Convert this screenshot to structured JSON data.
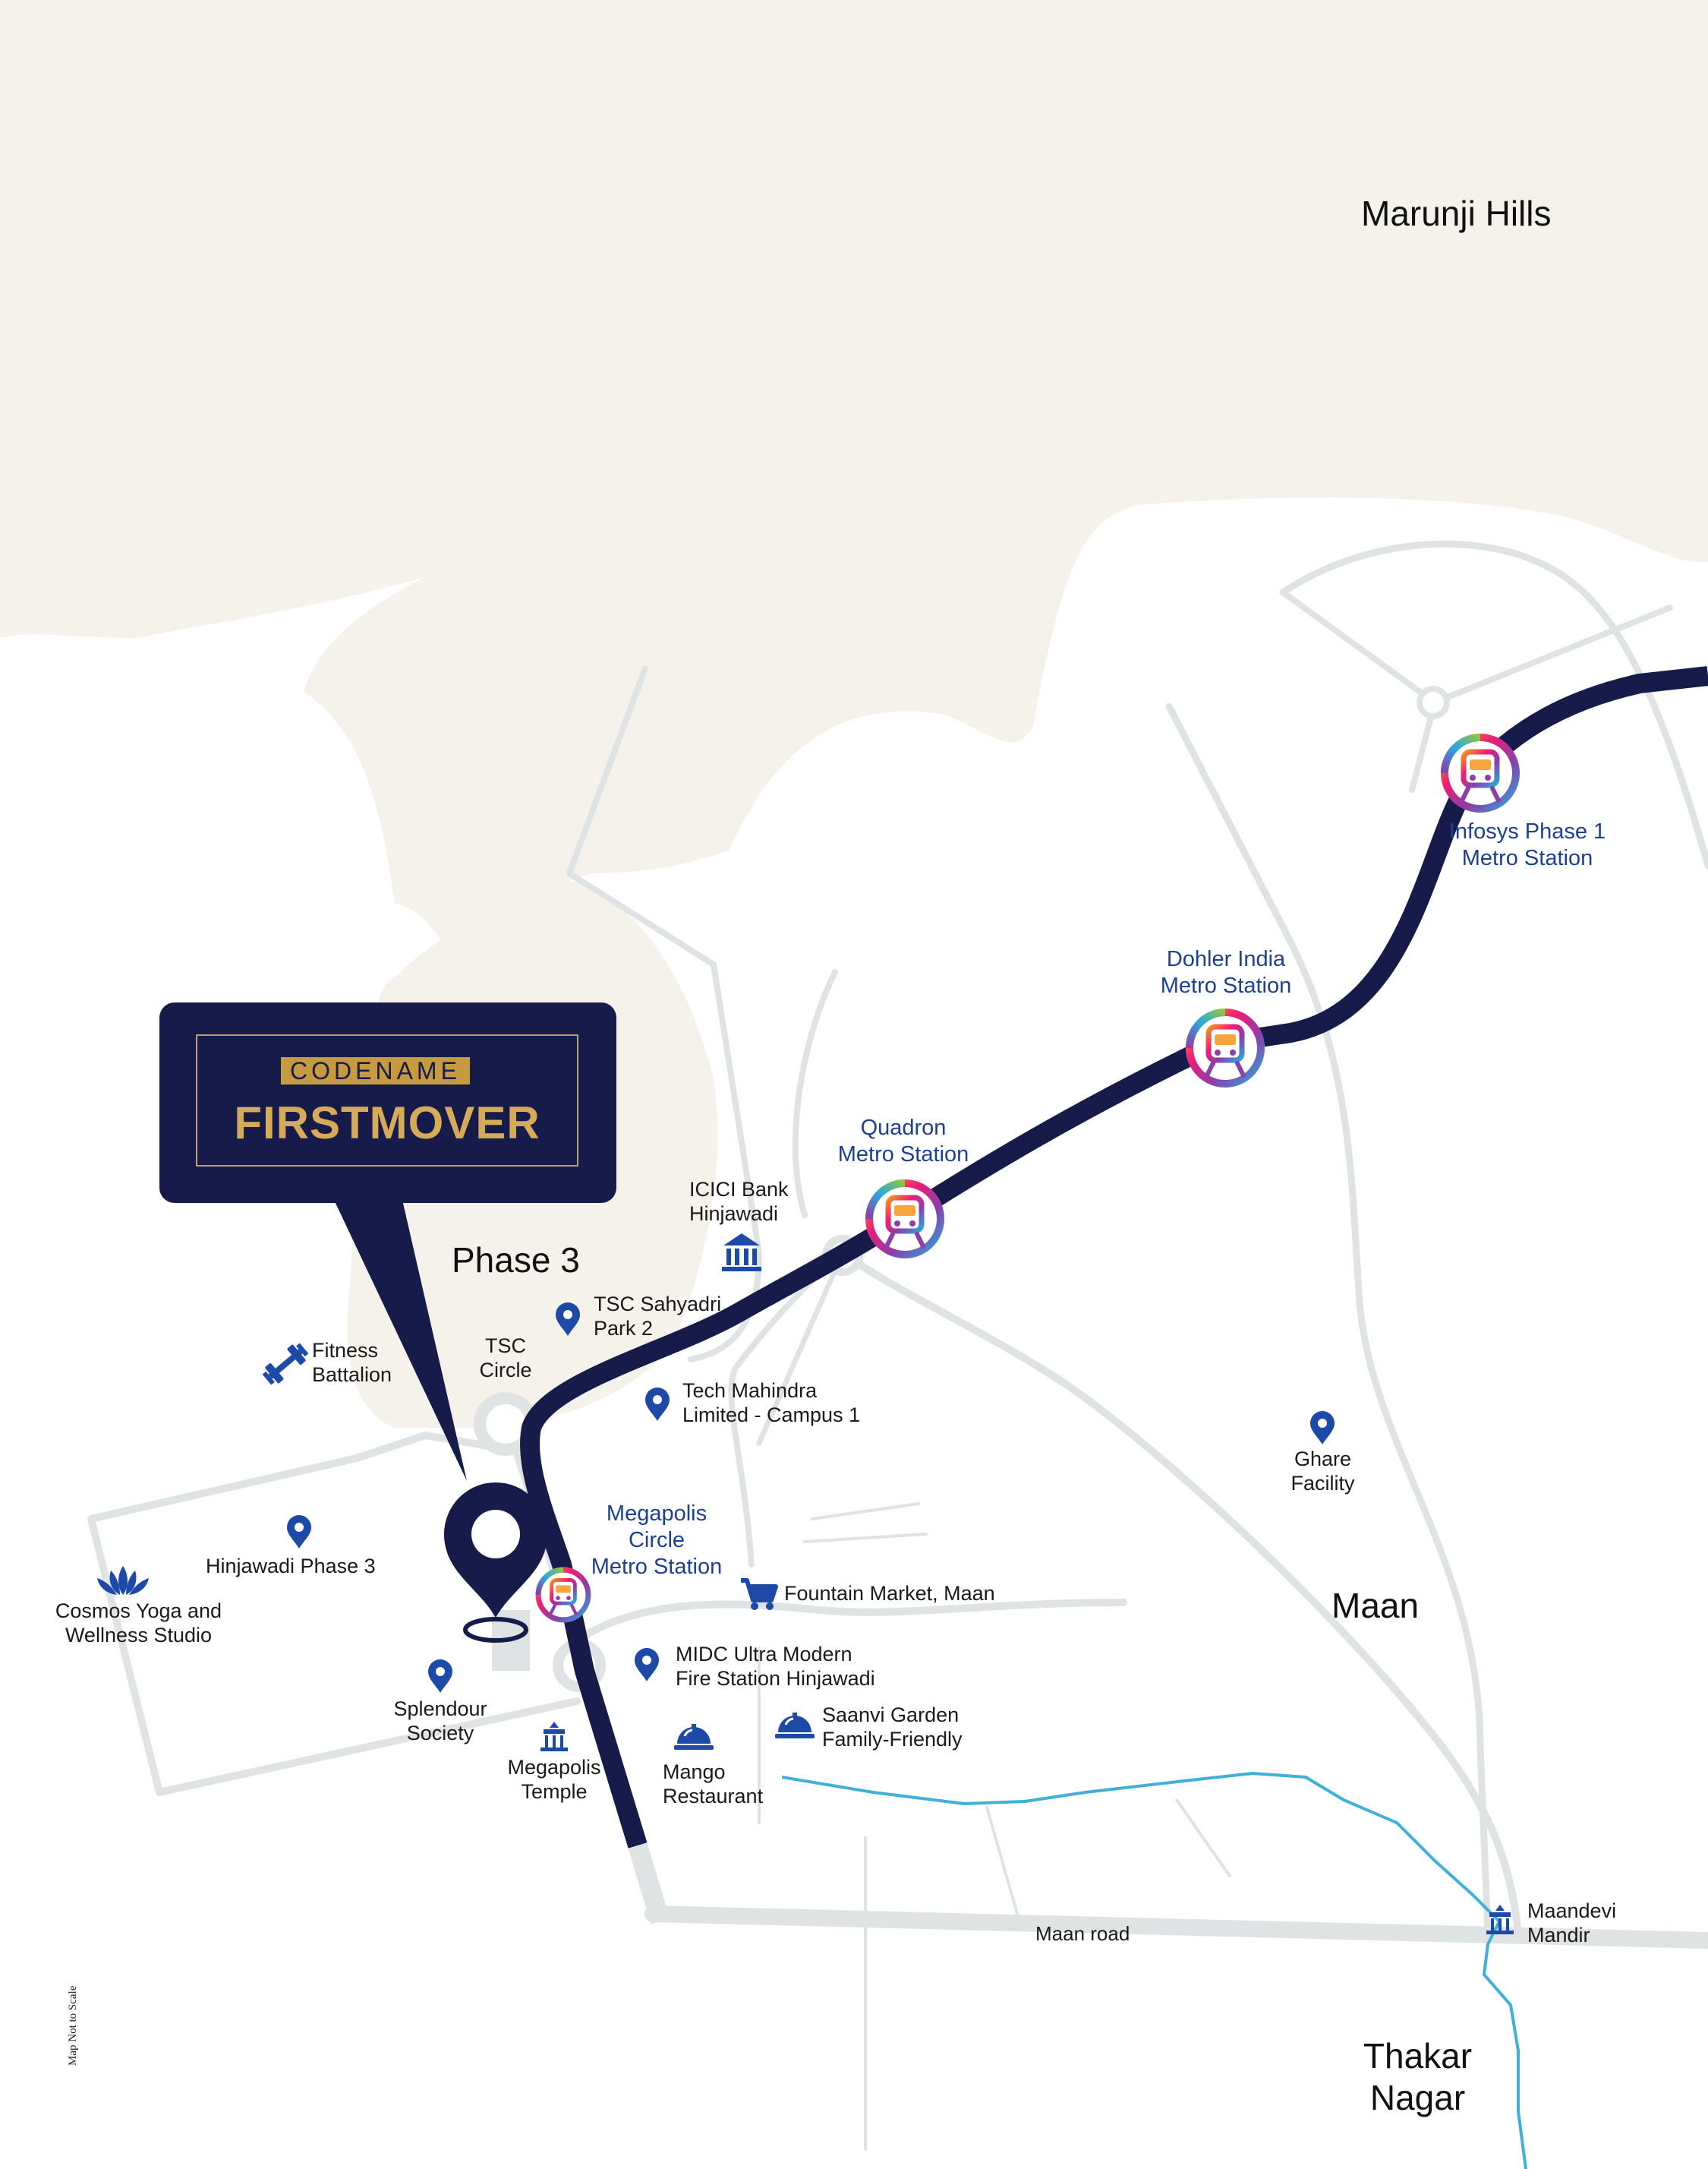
{
  "colors": {
    "land_beige": "#f5f2ec",
    "road_grey": "#dfe3e4",
    "metro_line": "#171b4a",
    "river_blue": "#40b0d8",
    "icon_blue": "#1d49a7",
    "station_text": "#1f3f8f"
  },
  "project": {
    "brand_top": "CODENAME",
    "brand_main": "FIRSTMOVER"
  },
  "areas": {
    "marunji": "Marunji Hills",
    "phase3": "Phase 3",
    "maan": "Maan",
    "thakar": "Thakar\nNagar"
  },
  "stations": {
    "infosys": "Infosys Phase 1\nMetro Station",
    "dohler": "Dohler India\nMetro Station",
    "quadron": "Quadron\nMetro Station",
    "megapolis_circle": "Megapolis\nCircle\nMetro Station"
  },
  "pois": {
    "icici": "ICICI Bank\nHinjawadi",
    "tsc_sahyadri": "TSC Sahyadri\nPark 2",
    "tsc_circle": "TSC\nCircle",
    "fitness": "Fitness\nBattalion",
    "tech_mahindra": "Tech Mahindra\nLimited - Campus 1",
    "ghare": "Ghare\nFacility",
    "hinjawadi_p3": "Hinjawadi Phase 3",
    "cosmos": "Cosmos Yoga and\nWellness Studio",
    "fountain": "Fountain Market, Maan",
    "midc": "MIDC Ultra Modern\nFire Station Hinjawadi",
    "saanvi": "Saanvi Garden\nFamily-Friendly",
    "splendour": "Splendour\nSociety",
    "megapolis_temple": "Megapolis\nTemple",
    "mango": "Mango\nRestaurant",
    "maandevi": "Maandevi\nMandir"
  },
  "roads": {
    "maan_road": "Maan road"
  },
  "footnote": "Map Not to Scale"
}
